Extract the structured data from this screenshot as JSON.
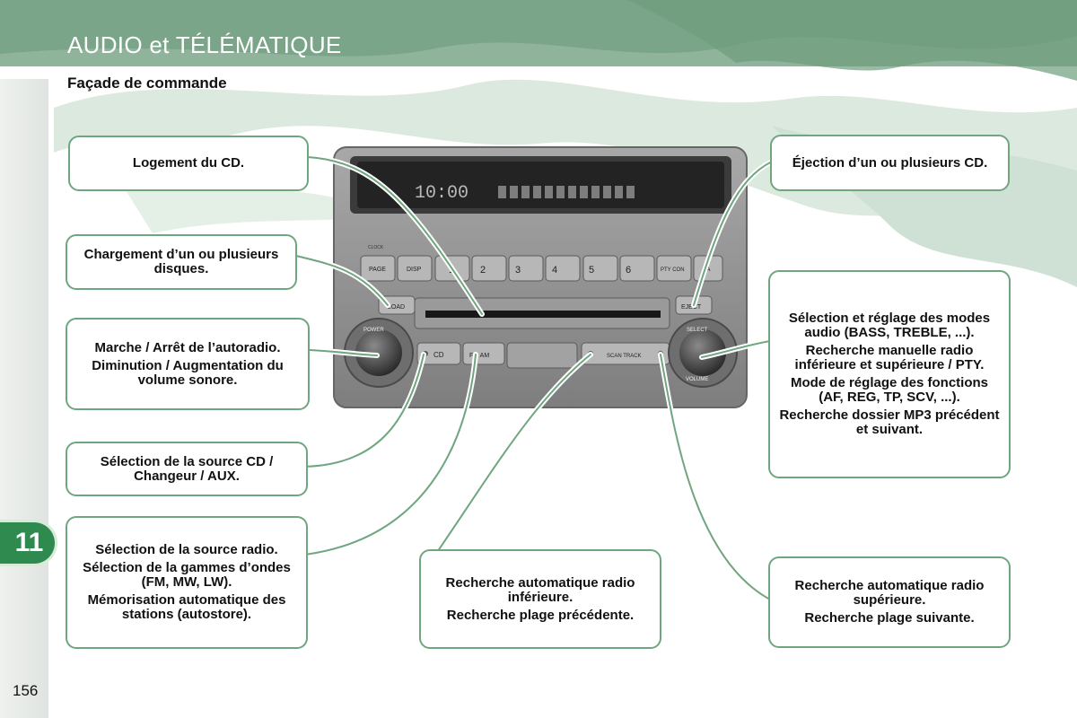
{
  "header": {
    "title": "AUDIO et TÉLÉMATIQUE",
    "section": "Façade de commande"
  },
  "radio": {
    "display_readout": "10:00",
    "labels": {
      "clock": "CLOCK",
      "page": "PAGE",
      "disp": "DISP",
      "pre1": "1",
      "pre2": "2",
      "pre3": "3",
      "pre4": "4",
      "pre5": "5",
      "pre6": "6",
      "ptycon": "PTY CON",
      "ta": "TA",
      "load": "LOAD",
      "eject": "EJECT",
      "cd": "CD",
      "fm_am": "FM AM",
      "scan_track": "SCAN TRACK",
      "power": "POWER",
      "volume": "VOLUME",
      "select": "SELECT"
    }
  },
  "callouts": {
    "cd_slot": [
      "Logement du CD."
    ],
    "loading": [
      "Chargement d’un ou plusieurs disques."
    ],
    "power_volume": [
      "Marche / Arrêt de l’autoradio.",
      "Diminution / Augmentation du volume sonore."
    ],
    "source_cd": [
      "Sélection de la source CD / Changeur / AUX."
    ],
    "source_radio": [
      "Sélection de la source radio.",
      "Sélection de la gammes d’ondes (FM, MW, LW).",
      "Mémorisation automatique des stations (autostore)."
    ],
    "seek_down": [
      "Recherche automatique radio inférieure.",
      "Recherche plage précédente."
    ],
    "eject": [
      "Éjection d’un ou plusieurs CD."
    ],
    "audio_settings": [
      "Sélection et réglage des modes audio (BASS, TREBLE, ...).",
      "Recherche manuelle radio inférieure et supérieure / PTY.",
      "Mode de réglage des fonctions (AF, REG, TP, SCV, ...).",
      "Recherche dossier MP3 précédent et suivant."
    ],
    "seek_up": [
      "Recherche automatique radio supérieure.",
      "Recherche plage suivante."
    ]
  },
  "footer": {
    "chapter": "11",
    "page": "156"
  },
  "colors": {
    "accent": "#2e8a4f",
    "callout_border": "#6fa67f",
    "banner": "#8fb49b",
    "panel": "#8e8e8e"
  }
}
